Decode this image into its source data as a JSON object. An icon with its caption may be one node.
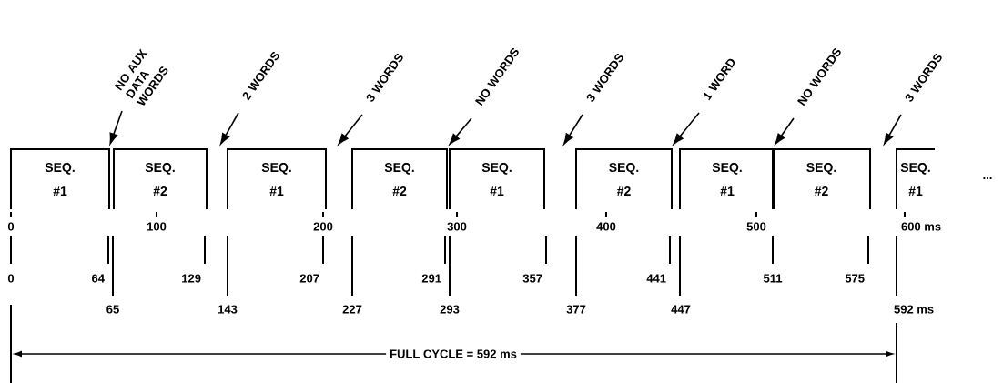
{
  "diagram": {
    "nodes": [
      {
        "text": [
          "SEQ. #1"
        ]
      },
      {
        "text": [
          "SEQ. #2"
        ]
      },
      {
        "text": [
          "SEQ. #1"
        ]
      },
      {
        "text": [
          "SEQ. #2"
        ]
      },
      {
        "text": [
          "SEQ. #1"
        ]
      },
      {
        "text": [
          "SEQ. #2"
        ]
      },
      {
        "text": [
          "SEQ. #1"
        ]
      },
      {
        "text": [
          "SEQ. #2"
        ]
      },
      {
        "text": [
          "SEQ. #1"
        ]
      },
      {
        "text": [
          "NO AUX DATA WORDS"
        ]
      },
      {
        "text": [
          "2 WORDS"
        ]
      },
      {
        "text": [
          "3 WORDS"
        ]
      },
      {
        "text": [
          "NO WORDS"
        ]
      },
      {
        "text": [
          "3 WORDS"
        ]
      },
      {
        "text": [
          "1 WORD"
        ]
      },
      {
        "text": [
          "NO WORDS"
        ]
      },
      {
        "text": [
          "3 WORDS"
        ]
      }
    ],
    "edges": [
      {
        "from": 9,
        "to": 1,
        "arrow": "to"
      },
      {
        "from": 10,
        "to": 2,
        "arrow": "to"
      },
      {
        "from": 11,
        "to": 3,
        "arrow": "to"
      },
      {
        "from": 12,
        "to": 4,
        "arrow": "to"
      },
      {
        "from": 13,
        "to": 5,
        "arrow": "to"
      },
      {
        "from": 14,
        "to": 6,
        "arrow": "to"
      },
      {
        "from": 15,
        "to": 7,
        "arrow": "to"
      },
      {
        "from": 16,
        "to": 8,
        "arrow": "to"
      }
    ],
    "labels": [
      "...",
      "0",
      "100",
      "200",
      "300",
      "400",
      "500",
      "600 ms",
      "0",
      "64",
      "129",
      "207",
      "291",
      "357",
      "441",
      "511",
      "575",
      "65",
      "143",
      "227",
      "293",
      "377",
      "447",
      "592 ms",
      "FULL CYCLE = 592 ms"
    ]
  }
}
